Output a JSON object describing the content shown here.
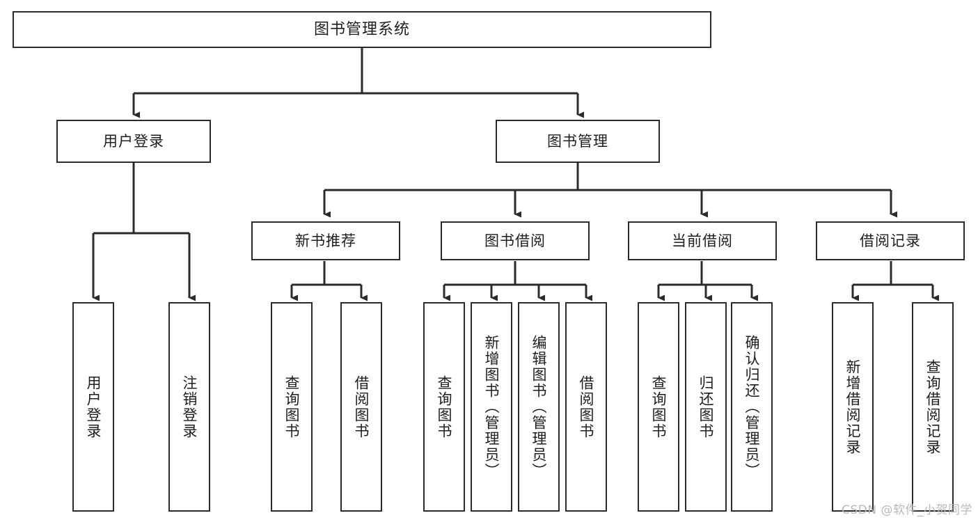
{
  "diagram": {
    "title": "图书管理系统",
    "type": "tree",
    "watermark": "CSDN @软件_小贺同学",
    "colors": {
      "stroke": "#2b2b2b",
      "fill": "#ffffff",
      "text": "#1d1d1d",
      "watermark": "#b9b9b9"
    },
    "nodes": {
      "root": {
        "label": "图书管理系统"
      },
      "level2": [
        {
          "id": "user-login",
          "label": "用户登录"
        },
        {
          "id": "book-manage",
          "label": "图书管理"
        }
      ],
      "level3": [
        {
          "id": "new-book-recommend",
          "label": "新书推荐"
        },
        {
          "id": "book-borrow",
          "label": "图书借阅"
        },
        {
          "id": "current-borrow",
          "label": "当前借阅"
        },
        {
          "id": "borrow-record",
          "label": "借阅记录"
        }
      ],
      "leaves": [
        {
          "id": "leaf-user-login",
          "label": "用户登录",
          "parent": "user-login"
        },
        {
          "id": "leaf-logout",
          "label": "注销登录",
          "parent": "user-login"
        },
        {
          "id": "leaf-query-book-1",
          "label": "查询图书",
          "parent": "new-book-recommend"
        },
        {
          "id": "leaf-borrow-book-1",
          "label": "借阅图书",
          "parent": "new-book-recommend"
        },
        {
          "id": "leaf-query-book-2",
          "label": "查询图书",
          "parent": "book-borrow"
        },
        {
          "id": "leaf-add-book",
          "label": "新增图书（管理员）",
          "parent": "book-borrow"
        },
        {
          "id": "leaf-edit-book",
          "label": "编辑图书（管理员）",
          "parent": "book-borrow"
        },
        {
          "id": "leaf-borrow-book-2",
          "label": "借阅图书",
          "parent": "book-borrow"
        },
        {
          "id": "leaf-query-book-3",
          "label": "查询图书",
          "parent": "current-borrow"
        },
        {
          "id": "leaf-return-book",
          "label": "归还图书",
          "parent": "current-borrow"
        },
        {
          "id": "leaf-confirm-return",
          "label": "确认归还（管理员）",
          "parent": "current-borrow"
        },
        {
          "id": "leaf-add-record",
          "label": "新增借阅记录",
          "parent": "borrow-record"
        },
        {
          "id": "leaf-query-record",
          "label": "查询借阅记录",
          "parent": "borrow-record"
        }
      ]
    }
  }
}
